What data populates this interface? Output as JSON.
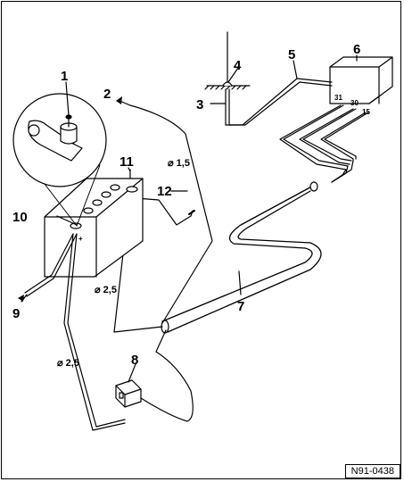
{
  "callouts": {
    "c1": "1",
    "c2": "2",
    "c3": "3",
    "c4": "4",
    "c5": "5",
    "c6": "6",
    "c7": "7",
    "c8": "8",
    "c9": "9",
    "c10": "10",
    "c11": "11",
    "c12": "12"
  },
  "terminals": {
    "t31": "31",
    "t30": "30",
    "t15": "15"
  },
  "battery_terminal": "+",
  "diameters": {
    "d1": "⌀ 1,5",
    "d2": "⌀ 2,5",
    "d3": "⌀ 2,5"
  },
  "doc_id": "N91-0438"
}
